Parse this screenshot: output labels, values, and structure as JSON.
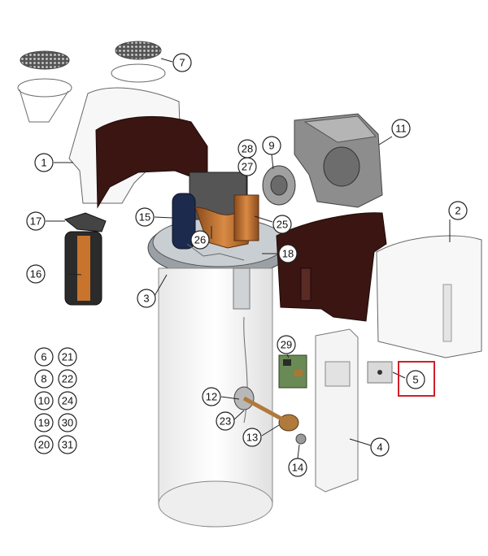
{
  "diagram": {
    "callouts": {
      "c1": "1",
      "c2": "2",
      "c3": "3",
      "c4": "4",
      "c5": "5",
      "c7": "7",
      "c9": "9",
      "c11": "11",
      "c12": "12",
      "c13": "13",
      "c14": "14",
      "c15": "15",
      "c16": "16",
      "c17": "17",
      "c18": "18",
      "c23": "23",
      "c25": "25",
      "c26": "26",
      "c27": "27",
      "c28": "28",
      "c29": "29"
    },
    "legend": [
      [
        "6",
        "21"
      ],
      [
        "8",
        "22"
      ],
      [
        "10",
        "24"
      ],
      [
        "19",
        "30"
      ],
      [
        "20",
        "31"
      ]
    ],
    "highlight_color": "#d11f2a",
    "panel_color": "#3a1512",
    "highlighted_part": "5"
  }
}
